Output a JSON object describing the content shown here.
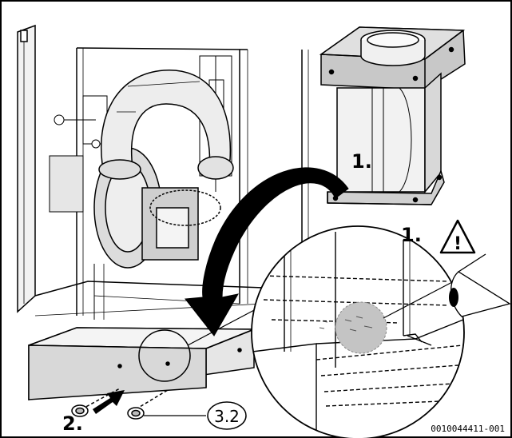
{
  "labels": {
    "step1_filter": "1.",
    "step1_warning": "1.",
    "step2": "2.",
    "part_ref": "3.2",
    "warning_mark": "!",
    "doc_code": "0010044411-001"
  },
  "icons": {
    "warning": "warning-triangle-icon",
    "eye": "eye-icon",
    "arrow_curved": "curved-arrow-icon",
    "arrow_straight": "straight-arrow-icon"
  },
  "colors": {
    "line": "#000000",
    "gray_light": "#e6e6e6",
    "gray_mid": "#c8c8c8",
    "gray_dark": "#9a9a9a",
    "detail_spot": "#c4c4c4"
  }
}
